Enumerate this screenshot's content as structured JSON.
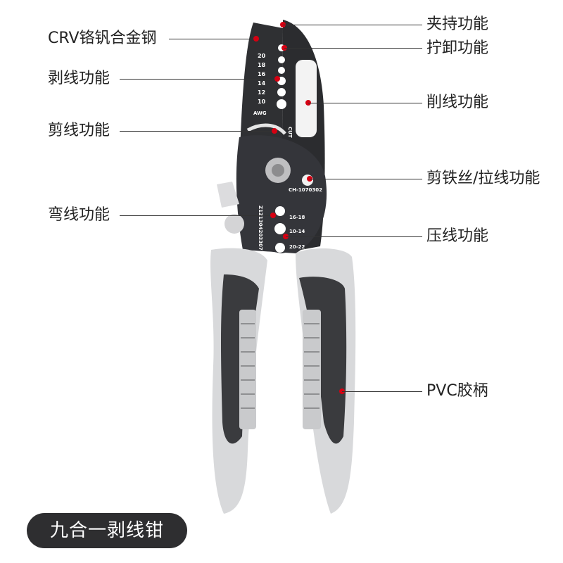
{
  "callouts": [
    {
      "id": "crv-steel",
      "label": "CRV铬钒合金钢"
    },
    {
      "id": "stripping",
      "label": "剥线功能"
    },
    {
      "id": "cutting",
      "label": "剪线功能"
    },
    {
      "id": "bending",
      "label": "弯线功能"
    },
    {
      "id": "clamping",
      "label": "夹持功能"
    },
    {
      "id": "screw-removal",
      "label": "拧卸功能"
    },
    {
      "id": "shaving",
      "label": "削线功能"
    },
    {
      "id": "iron-wire-cut",
      "label": "剪铁丝/拉线功能"
    },
    {
      "id": "crimping",
      "label": "压线功能"
    },
    {
      "id": "pvc-handle",
      "label": "PVC胶柄"
    }
  ],
  "tool_engraving": {
    "awg_sizes": [
      "20",
      "18",
      "16",
      "14",
      "12",
      "10"
    ],
    "awg_label": "AWG",
    "cut_label": "CUT",
    "model": "CH-1070302",
    "serial": "Z1Z1304203307",
    "crimp_sizes": [
      "16-18",
      "10-14",
      "20-22"
    ]
  },
  "product_name": "九合一剥线钳",
  "colors": {
    "accent_dot": "#d60012",
    "steel_body": "#2f3033",
    "handle_grey": "#d8d9db",
    "handle_dark": "#3a3b3e",
    "banner_bg": "#2e2e30"
  }
}
